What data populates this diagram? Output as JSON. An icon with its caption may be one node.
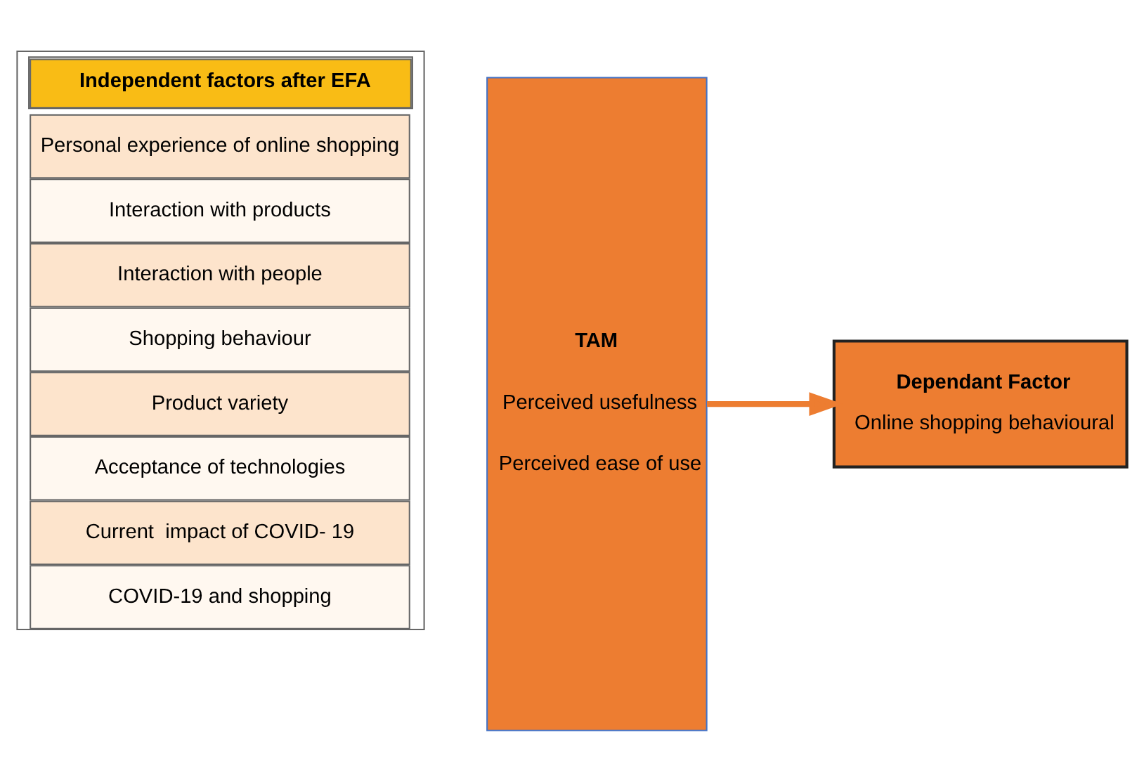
{
  "diagram": {
    "nodes": [
      {
        "text": [
          "Independent factors after EFA"
        ]
      },
      {
        "text": [
          "Personal experience of online shopping"
        ],
        "in": 0
      },
      {
        "text": [
          "Interaction with products"
        ],
        "in": 0
      },
      {
        "text": [
          "Interaction with people"
        ],
        "in": 0
      },
      {
        "text": [
          "Shopping behaviour"
        ],
        "in": 0
      },
      {
        "text": [
          "Product variety"
        ],
        "in": 0
      },
      {
        "text": [
          "Acceptance of technologies"
        ],
        "in": 0
      },
      {
        "text": [
          "Current  impact of COVID- 19"
        ],
        "in": 0
      },
      {
        "text": [
          "COVID-19 and shopping"
        ],
        "in": 0
      },
      {
        "text": [
          "TAM",
          "Perceived usefulness",
          "Perceived ease of use"
        ]
      },
      {
        "text": [
          "Dependant Factor",
          "Online shopping behavioural"
        ]
      }
    ],
    "edges": [
      {
        "from": 9,
        "to": 10,
        "arrow": "to"
      }
    ]
  }
}
